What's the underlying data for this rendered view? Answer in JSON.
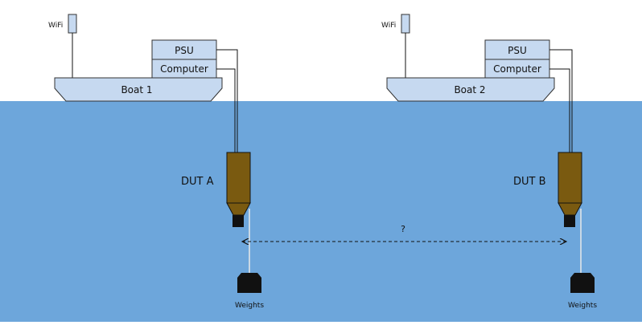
{
  "colors": {
    "water": "#6da6db",
    "box": "#c6d9f0",
    "dut_body": "#7a5a10",
    "dark": "#111111"
  },
  "left": {
    "wifi": "WiFi",
    "psu": "PSU",
    "computer": "Computer",
    "boat": "Boat 1",
    "dut": "DUT A",
    "weights": "Weights"
  },
  "right": {
    "wifi": "WiFi",
    "psu": "PSU",
    "computer": "Computer",
    "boat": "Boat 2",
    "dut": "DUT B",
    "weights": "Weights"
  },
  "distance_label": "?"
}
